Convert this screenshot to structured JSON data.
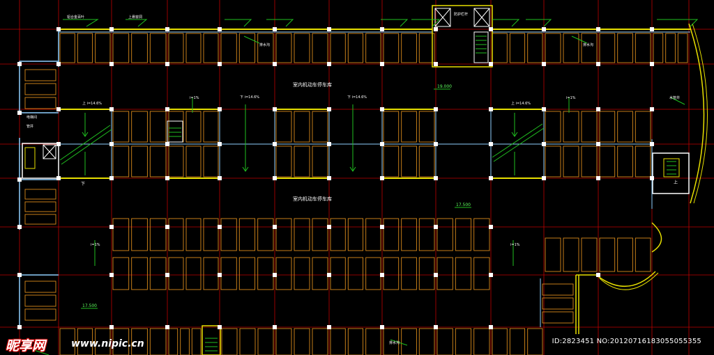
{
  "colors": {
    "background": "#000000",
    "axis_line": "#c00000",
    "column": "#ffffff",
    "parking_stall": "#d98a1a",
    "wall_yellow": "#e8e000",
    "wall_cyan": "#8fd0ff",
    "ramp_green": "#20c020",
    "label_white": "#ffffff",
    "label_green": "#60ff60",
    "leader_green": "#20c020"
  },
  "labels": {
    "zone_upper": "室内机动车停车库",
    "zone_lower": "室内机动车停车库",
    "elev_upper": "19.000",
    "elev_mid": "17.500",
    "elev_left": "17.500",
    "ramp_up_a": "上 i=14.6%",
    "ramp_down_a": "下 i=14.6%",
    "ramp_down_b": "下 i=14.6%",
    "ramp_up_b": "上 i=14.6%",
    "slope_a": "i=1%",
    "slope_b": "i=1%",
    "slope_c": "i=1%",
    "slope_d": "i=1%",
    "down": "下",
    "up": "上",
    "louver": "铝合金百叶",
    "upper_window": "上悬窗洞",
    "drain_1": "排水沟",
    "drain_2": "排水沟",
    "drain_3": "排水沟",
    "fire_vent": "防护栏杆",
    "water_pump": "水管井",
    "lobby": "电梯间",
    "shaft": "管井"
  },
  "watermark": {
    "logo": "昵享网",
    "url": "www.nipic.cn",
    "id": "ID:2823451 NO:20120716183055055355"
  }
}
